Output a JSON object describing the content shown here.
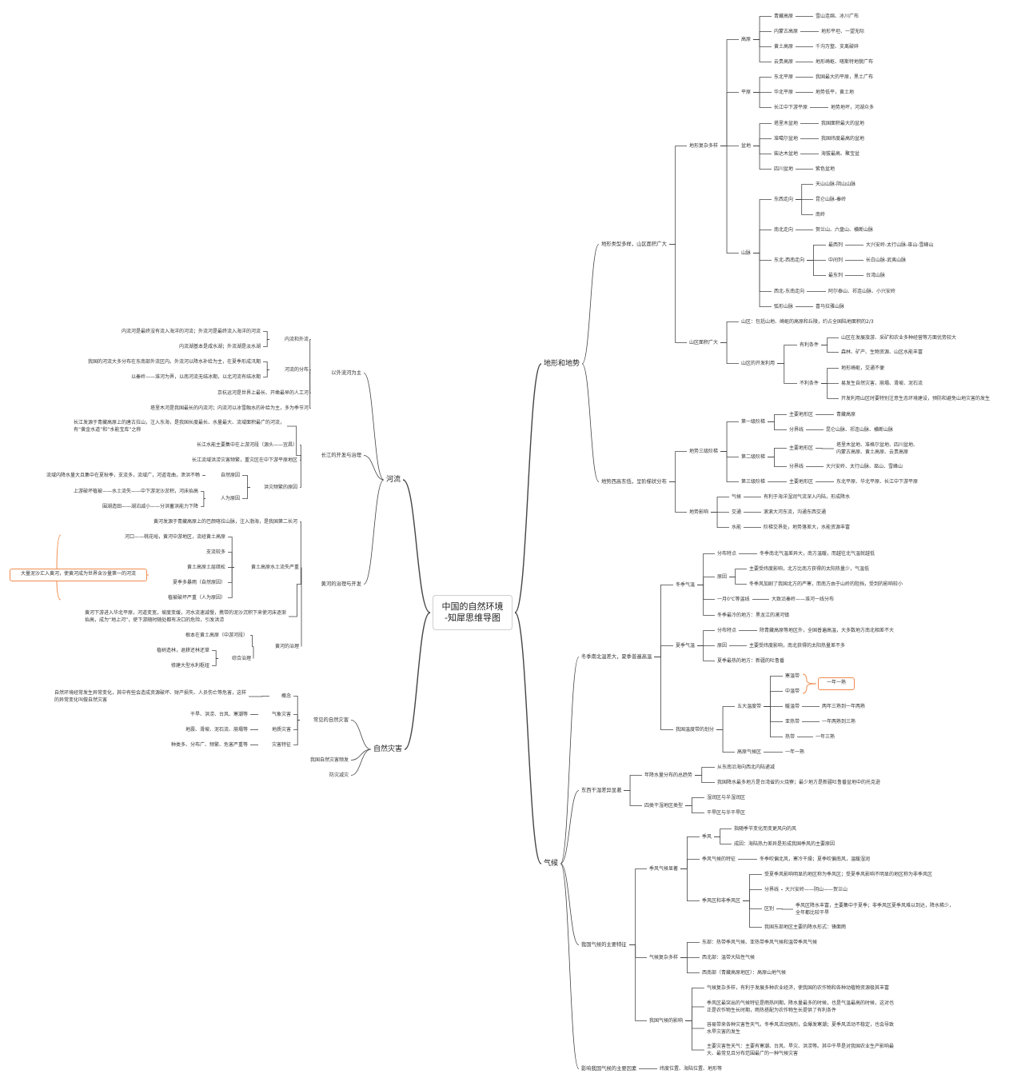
{
  "title": "中国的自然环境\n-知犀思维导图",
  "colors": {
    "line": "#444444",
    "accent": "#f08c4e",
    "root_border": "#cfcfcf"
  },
  "branches": {
    "terrain": {
      "label": "地形和地势",
      "a": {
        "label": "地形类型多样，山区面积广大",
        "fuza": {
          "label": "地形复杂多样",
          "gaoyuan": {
            "label": "高原",
            "i1": {
              "label": "青藏高原",
              "desc": "雪山连绵、冰川广布"
            },
            "i2": {
              "label": "内蒙古高原",
              "desc": "地形平坦、一望无际"
            },
            "i3": {
              "label": "黄土高原",
              "desc": "千沟万壑、支离破碎"
            },
            "i4": {
              "label": "云贵高原",
              "desc": "地形崎岖、喀斯特地貌广布"
            }
          },
          "pingyuan": {
            "label": "平原",
            "i1": {
              "label": "东北平原",
              "desc": "我国最大的平原，黑土广布"
            },
            "i2": {
              "label": "华北平原",
              "desc": "地势低平，黄土地"
            },
            "i3": {
              "label": "长江中下游平原",
              "desc": "地势地坪，河湖众多"
            }
          },
          "pendi": {
            "label": "盆地",
            "i1": {
              "label": "塔里木盆地",
              "desc": "我国面积最大的盆地"
            },
            "i2": {
              "label": "准噶尔盆地",
              "desc": "我国纬度最高的盆地"
            },
            "i3": {
              "label": "柴达木盆地",
              "desc": "海拔最高、聚宝盆"
            },
            "i4": {
              "label": "四川盆地",
              "desc": "紫色盆地"
            }
          },
          "shanmai": {
            "label": "山脉",
            "dx": {
              "label": "东西走向",
              "m1": "天山山脉-阴山山脉",
              "m2": "昆仑山脉-秦岭",
              "m3": "南岭"
            },
            "nb": {
              "label": "南北走向",
              "desc": "贺兰山、六盘山、横断山脉"
            },
            "dbxn": {
              "label": "东北-西南走向",
              "w": {
                "label": "最西列",
                "desc": "大兴安岭-太行山脉-巫山-雪峰山"
              },
              "m": {
                "label": "中间列",
                "desc": "长白山脉-武夷山脉"
              },
              "e": {
                "label": "最东列",
                "desc": "台湾山脉"
              }
            },
            "xbdn": {
              "label": "西北-东南走向",
              "desc": "阿尔泰山、祁连山脉、小兴安岭"
            },
            "hx": {
              "label": "弧形山脉",
              "desc": "喜马拉雅山脉"
            }
          }
        },
        "shanqu": {
          "label": "山区面积广大",
          "def": "山区：包括山地、崎岖的高原和丘陵，约占全国陆地面积的2/3",
          "kf": {
            "label": "山区的开发利用",
            "yl": {
              "label": "有利条件",
              "c1": "山区在发展旅游、采矿和农业多种经营等方面优势较大",
              "c2": "森林、矿产、生物资源、山区水能丰富"
            },
            "bl": {
              "label": "不利条件",
              "c1": "地形崎岖，交通不便",
              "c2": "易发生自然灾害，崩塌、滑坡、泥石流",
              "c3": "开发利用山区时要特别注意生态环境建设，预防和避免山地灾害的发生"
            }
          }
        }
      },
      "b": {
        "label": "地势西高东低，呈阶梯状分布",
        "jt": {
          "label": "地势三级阶梯",
          "j1": {
            "label": "第一级阶梯",
            "k1": "主要地形区",
            "v1": "青藏高原",
            "k2": "分界线",
            "v2": "昆仑山脉、祁连山脉、横断山脉"
          },
          "j2": {
            "label": "第二级阶梯",
            "k1": "主要地形区",
            "v1": "塔里木盆地、准格尔盆地、四川盆地、\n内蒙古高原、黄土高原、云贵高原",
            "k2": "分界线",
            "v2": "大兴安岭、太行山脉、巫山、雪峰山"
          },
          "j3": {
            "label": "第三级阶梯",
            "k1": "主要地形区",
            "v1": "东北平原、华北平原、长江中下游平原"
          }
        },
        "yx": {
          "label": "地势影响",
          "qh": {
            "label": "气候",
            "desc": "有利于海洋湿润气流深入内陆，形成降水"
          },
          "jt": {
            "label": "交通",
            "desc": "滚滚大河东流，沟通东西交通"
          },
          "sn": {
            "label": "水能",
            "desc": "阶梯交界处，地势落差大，水能资源丰富"
          }
        }
      }
    },
    "climate": {
      "label": "气候",
      "a": {
        "label": "冬季南北温差大，夏季普遍高温",
        "winter": {
          "label": "冬季气温",
          "fb": {
            "label": "分布特点",
            "desc": "冬季南北气温差异大，南方温暖，而越往北气温就越低"
          },
          "yy": {
            "label": "原因",
            "c1": "主要受纬度影响，北方比南方获得的太阳热量少，气温低",
            "c2": "冬季风加剧了我国北方的严寒，而南方由于山岭的阻挡，受到的影响较小"
          },
          "lx": {
            "label": "一月0℃等温线",
            "desc": "大致沿秦岭——淮河一线分布"
          },
          "cold": "冬季最冷的地方：黑龙江的漠河镇"
        },
        "summer": {
          "label": "夏季气温",
          "fb": {
            "label": "分布特点",
            "desc": "除青藏高原等地区外，全国普遍高温，大多数地方南北相差不大"
          },
          "yy": {
            "label": "原因",
            "desc": "主要受纬度影响，南北获得的太阳热量差不多"
          },
          "hot": "夏季最热的地方：新疆的吐鲁番"
        },
        "zone": {
          "label": "我国温度带的划分",
          "wd": {
            "label": "五大温度带",
            "z1": "寒温带",
            "z2": "中温带",
            "note": "一年一熟",
            "z3": {
              "label": "暖温带",
              "desc": "两年三熟到一年两熟"
            },
            "z4": {
              "label": "亚热带",
              "desc": "一年两熟到三熟"
            },
            "z5": {
              "label": "热带",
              "desc": "一年三熟"
            }
          },
          "gy": {
            "label": "高原气候区",
            "desc": "一年一熟"
          }
        }
      },
      "b": {
        "label": "东西干湿差异显著",
        "js": {
          "label": "年降水量分布的总趋势",
          "c1": "从东南沿海向西北内陆递减",
          "c2": "我国降水最多地方是台湾省的火烧寮；最少地方是新疆吐鲁番盆地中的托克逊"
        },
        "gs": {
          "label": "四类干湿地区类型",
          "c1": "湿润区与半湿润区",
          "c2": "干旱区与半干旱区"
        }
      },
      "c": {
        "label": "我国气候的主要特征",
        "jfx": {
          "label": "季风气候显著",
          "jf": {
            "label": "季风",
            "c1": "指随季节变化而变更风向的风",
            "c2": "成因：海陆热力差异是形成我国季风的主要原因"
          },
          "tz": {
            "label": "季风气候的特征",
            "desc": "冬季吹偏北风，寒冷干燥；夏季吹偏南风，温暖湿润"
          },
          "qu": {
            "label": "季风区和非季风区",
            "c1": "受夏季风影响明显的地区称为季风区；受夏季风影响不明显的地区称为非季风区",
            "fjx": {
              "label": "分界线",
              "desc": "大兴安岭——阴山——贺兰山"
            },
            "qb": {
              "label": "区别",
              "desc": "季风区降水丰富，主要集中于夏季；非季风区夏季风难以到达，降水稀少，\n全年都比较干旱"
            },
            "c4": "我国东部地区主要的降水形式：锋面雨"
          }
        },
        "fz": {
          "label": "气候复杂多样",
          "c1": "东部：热带季风气候、亚热带季风气候和温带季风气候",
          "c2": "西北部：温带大陆性气候",
          "c3": "西南部（青藏高原地区）：高原山地气候"
        },
        "yx": {
          "label": "我国气候的影响",
          "c1": "气候复杂多样，有利于发展多种农业经济，使我国的农作物和各种动植物资源极其丰富",
          "c2": "季风区最突出的气候特征是雨热同期，降水量最多的时候，也是气温最高的时候，这对也\n正是农作物生长时期，雨热搭配为农作物生长提供了有利条件",
          "c3": "容易带来各种灾害性天气。冬季风活动强烈，会爆发寒潮；夏季风活动不稳定，也会导致\n水旱灾害的发生",
          "c4": "主要灾害性天气：主要有寒潮、台风、旱灾、洪涝等。其中干旱是对我国农业生产影响最\n大、最常见且分布范围最广的一种气候灾害"
        }
      },
      "d": {
        "label": "影响我国气候的主要因素",
        "desc": "纬度位置、海陆位置、地形等"
      }
    },
    "river": {
      "label": "河流",
      "a": {
        "label": "以外流河为主",
        "nw": {
          "label": "内流和外流",
          "c1": "内流河是最终没有流入海洋的河流；外流河是最终流入海洋的河流",
          "c2": "内流湖基本是咸水湖；外流湖是淡水湖"
        },
        "fb": {
          "label": "河流的分布",
          "c1": "我国的河流大多分布在东南部外流区内。外流河以降水补给为主，在夏季形成汛期",
          "c2": "以秦岭——淮河为界，以南河流无结冰期，以北河流有结冰期"
        },
        "c3": "京杭运河是世界上最长、开凿最早的人工河",
        "c4": "塔里木河是我国最长的内流河；内流河以冰雪融水的补给为主，多为季节河"
      },
      "b": {
        "label": "长江的开发与治理",
        "c1": "长江发源于青藏高原上的唐古拉山，注入东海，是我国长度最长、水量最大、流域面积最广的河流，\n有“黄金水道”和“水能宝库”之称",
        "c2": "长江水能主要集中在上游河段（源头——宜昌）",
        "c3": "长江流域洪涝灾害频繁，重灾区在中下游平原地区",
        "hl": {
          "label": "洪灾频繁的原因",
          "zr": {
            "label": "自然原因",
            "desc": "流域内降水量大且集中在夏秋季，支流多，流域广，河道弯曲，泄洪不畅"
          },
          "rw": {
            "label": "人为原因",
            "c1": "上游破坏植被——水土流失——中下游泥沙淤积，河床抬高",
            "c2": "围湖造田——湖泊减小——分洪蓄洪能力下降"
          }
        }
      },
      "c": {
        "label": "黄河的治理与开发",
        "c1": "黄河发源于青藏高原上的巴颜喀拉山脉，注入渤海，是我国第二长河",
        "st": {
          "label": "黄土高原水土流失严重",
          "c1": "河口——桃花峪，黄河中游地区，流经黄土高原",
          "c2": "支流较多",
          "c3": "黄土高原土层疏松",
          "c4": "夏季多暴雨（自然原因）",
          "c5": "植被破坏严重（人为原因）",
          "note": "大量泥沙汇入黄河，使黄河成为世界含沙量第一的河流"
        },
        "c3": "黄河下游进入华北平原，河道变宽，坡度变缓，河水流速减慢，携带的泥沙沉积下来使河床逐渐\n抬高，成为“地上河”，使下游随时随处都有决口的危险，引发洪涝",
        "zl": {
          "label": "黄河的治理",
          "c1": "根本在黄土高原（中游河段）",
          "zh": {
            "label": "综合治理",
            "c1": "植树造林，退耕还林还草",
            "c2": "修建大型水利枢纽"
          }
        }
      }
    },
    "disaster": {
      "label": "自然灾害",
      "a": {
        "label": "常见的自然灾害",
        "gn": {
          "label": "概念",
          "desc": "自然环境经常发生异常变化，其中有些会造成资源破坏、财产损失、人员伤亡等危害，这样\n的异常变化叫做自然灾害"
        },
        "qx": {
          "label": "气象灾害",
          "desc": "干旱、洪涝、台风、寒潮等"
        },
        "dz": {
          "label": "地质灾害",
          "desc": "地震、滑坡、泥石流、崩塌等"
        },
        "tz": {
          "label": "灾害特征",
          "desc": "种类多、分布广、频繁、危害严重等"
        }
      },
      "b": "我国自然灾害频发",
      "c": "防灾减灾"
    }
  }
}
